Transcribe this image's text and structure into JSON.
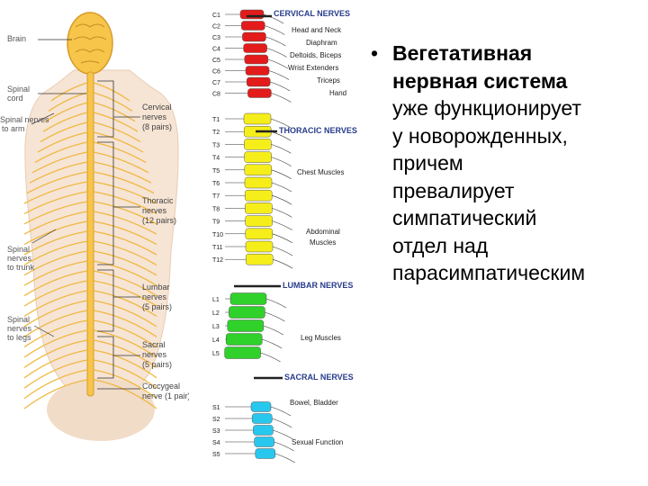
{
  "left_figure": {
    "labels": [
      "Brain",
      "Spinal",
      "cord",
      "Spinal nerves",
      "to arm",
      "Spinal",
      "nerves",
      "to trunk",
      "Spinal",
      "nerves",
      "to legs"
    ],
    "segments": [
      "Cervical",
      "nerves",
      "(8 pairs)",
      "Thoracic",
      "nerves",
      "(12 pairs)",
      "Lumbar",
      "nerves",
      "(5 pairs)",
      "Sacral",
      "nerves",
      "(5 pairs)",
      "Coccygeal",
      "nerve (1 pair)"
    ]
  },
  "spine_chart": {
    "vertebrae": {
      "cervical": [
        "C1",
        "C2",
        "C3",
        "C4",
        "C5",
        "C6",
        "C7",
        "C8"
      ],
      "thoracic": [
        "T1",
        "T2",
        "T3",
        "T4",
        "T5",
        "T6",
        "T7",
        "T8",
        "T9",
        "T10",
        "T11",
        "T12"
      ],
      "lumbar": [
        "L1",
        "L2",
        "L3",
        "L4",
        "L5"
      ],
      "sacral": [
        "S1",
        "S2",
        "S3",
        "S4",
        "S5"
      ]
    },
    "headers": {
      "cervical": "CERVICAL NERVES",
      "thoracic": "THORACIC NERVES",
      "lumbar": "LUMBAR NERVES",
      "sacral": "SACRAL NERVES"
    },
    "targets": {
      "cervical": [
        "Head and Neck",
        "Diaphram",
        "Deltoids, Biceps",
        "Wrist Extenders",
        "Triceps",
        "Hand"
      ],
      "thoracic": [
        "Chest Muscles",
        "Abdominal",
        "Muscles"
      ],
      "lumbar": [
        "Leg Muscles"
      ],
      "sacral": [
        "Bowel, Bladder",
        "Sexual Function"
      ]
    },
    "colors": {
      "cervical": "#e31b1b",
      "thoracic": "#f6ee1a",
      "lumbar": "#2fd12a",
      "sacral": "#28c8ee",
      "header": "#283c8c"
    }
  },
  "text": {
    "bullet": "•",
    "line1": "Вегетативная",
    "line2": "нервная  система",
    "line3": "уже функционирует",
    "line4": "у новорожденных,",
    "line5": "причем",
    "line6": "превалирует",
    "line7": "симпатический",
    "line8": "отдел над",
    "line9": "парасимпатическим"
  }
}
